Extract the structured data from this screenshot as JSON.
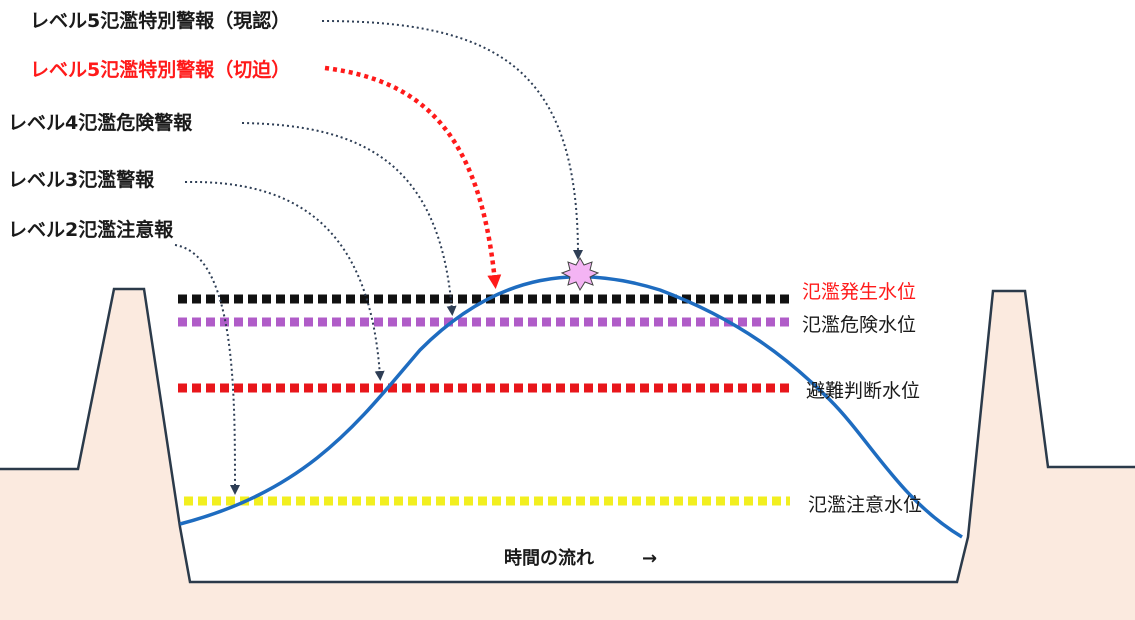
{
  "alerts": [
    {
      "id": "l5-confirmed",
      "label": "レベル5氾濫特別警報（現認）",
      "color": "#1a1a1a"
    },
    {
      "id": "l5-imminent",
      "label": "レベル5氾濫特別警報（切迫）",
      "color": "#ff1a1a"
    },
    {
      "id": "l4",
      "label": "レベル4氾濫危険警報",
      "color": "#1a1a1a"
    },
    {
      "id": "l3",
      "label": "レベル3氾濫警報",
      "color": "#1a1a1a"
    },
    {
      "id": "l2",
      "label": "レベル2氾濫注意報",
      "color": "#1a1a1a"
    }
  ],
  "water_levels": [
    {
      "id": "flood-occurrence",
      "label": "氾濫発生水位",
      "line_color": "#111111",
      "text_color": "#ff1a1a"
    },
    {
      "id": "flood-danger",
      "label": "氾濫危険水位",
      "line_color": "#b05cc8",
      "text_color": "#1a1a1a"
    },
    {
      "id": "evacuation-decision",
      "label": "避難判断水位",
      "line_color": "#e8161b",
      "text_color": "#1a1a1a"
    },
    {
      "id": "flood-caution",
      "label": "氾濫注意水位",
      "line_color": "#f2ef1f",
      "text_color": "#1a1a1a"
    }
  ],
  "time_axis": {
    "label": "時間の流れ",
    "arrow": "→"
  },
  "colors": {
    "ground": "#fbeadf",
    "ground_stroke": "#2b3a4a",
    "hydrograph": "#1e6cc0",
    "peak_marker": "#f4b4f4",
    "arrow_dark": "#2e3e55",
    "arrow_red": "#ff1a1a"
  }
}
